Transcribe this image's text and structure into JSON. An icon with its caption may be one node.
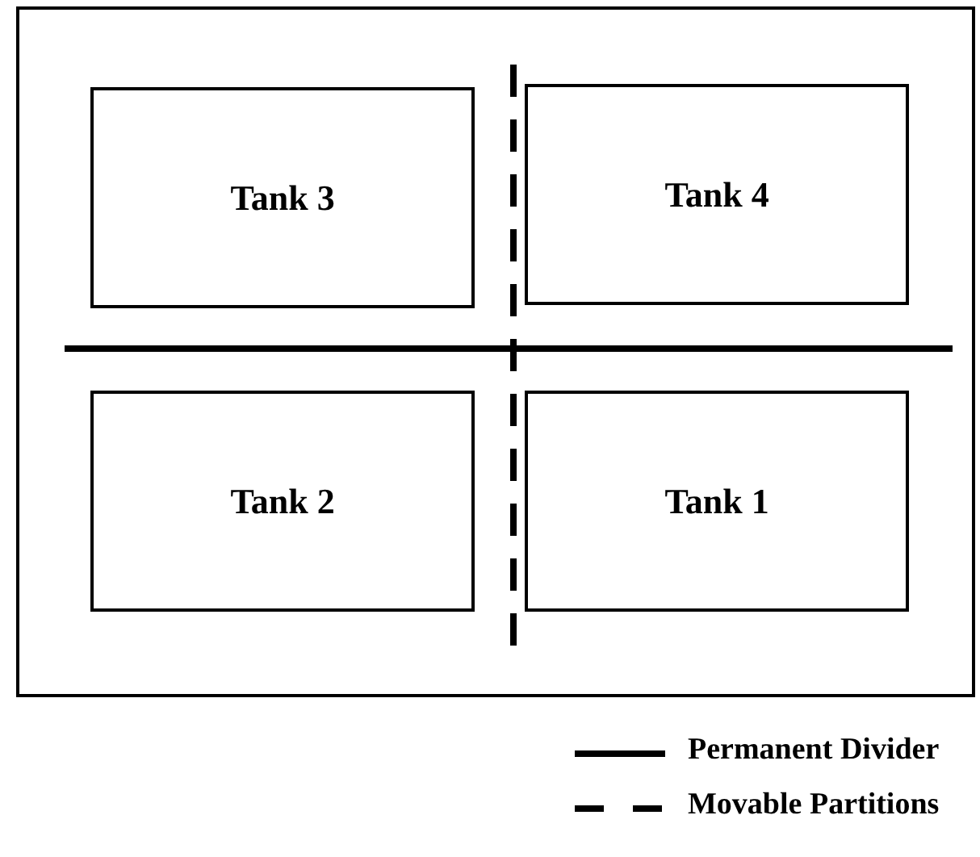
{
  "diagram": {
    "nodes": [
      {
        "text": [],
        "shape": "box"
      },
      {
        "text": [
          "Tank 3"
        ],
        "in": 0
      },
      {
        "text": [
          "Tank 4"
        ],
        "in": 0
      },
      {
        "text": [
          "Tank 2"
        ],
        "in": 0
      },
      {
        "text": [
          "Tank 1"
        ],
        "in": 0
      }
    ],
    "legend": [
      {
        "text": "Permanent Divider"
      },
      {
        "text": "Movable Partitions"
      }
    ]
  }
}
